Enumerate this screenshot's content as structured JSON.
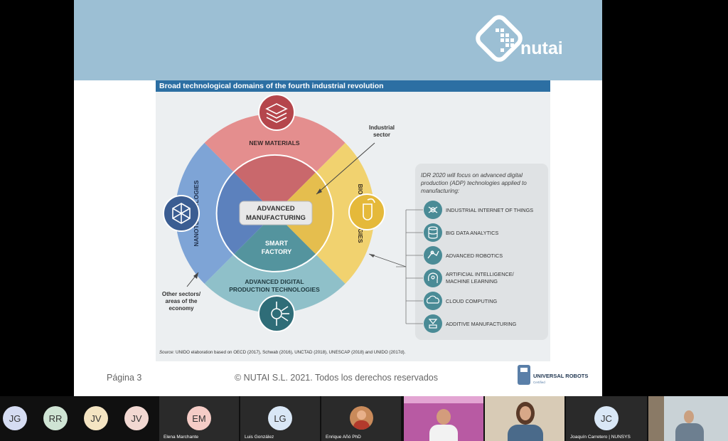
{
  "slide": {
    "logo_text": "nutai",
    "page_label": "Página 3",
    "copyright": "© NUTAI S.L. 2021. Todos los derechos reservados",
    "partner_logo": "UNIVERSAL ROBOTS",
    "partner_logo_sub": "Certified"
  },
  "figure": {
    "title": "Broad technological domains of the fourth industrial revolution",
    "center_label_line1": "ADVANCED",
    "center_label_line2": "MANUFACTURING",
    "smart_factory_line1": "SMART",
    "smart_factory_line2": "FACTORY",
    "top_segment": "NEW MATERIALS",
    "right_segment": "BIOTECHNOLOGIES",
    "left_segment": "NANOTECHNOLOGIES",
    "bottom_segment_line1": "ADVANCED DIGITAL",
    "bottom_segment_line2": "PRODUCTION TECHNOLOGIES",
    "industrial_sector_line1": "Industrial",
    "industrial_sector_line2": "sector",
    "other_sectors_line1": "Other sectors/",
    "other_sectors_line2": "areas of the",
    "other_sectors_line3": "economy",
    "panel_intro_line1": "IDR 2020 will focus on advanced digital",
    "panel_intro_line2": "production (ADP) technologies applied to",
    "panel_intro_line3": "manufacturing:",
    "technologies": [
      {
        "label": "INDUSTRIAL INTERNET OF THINGS",
        "label2": ""
      },
      {
        "label": "BIG DATA ANALYTICS",
        "label2": ""
      },
      {
        "label": "ADVANCED ROBOTICS",
        "label2": ""
      },
      {
        "label": "ARTIFICIAL INTELLIGENCE/",
        "label2": "MACHINE LEARNING"
      },
      {
        "label": "CLOUD COMPUTING",
        "label2": ""
      },
      {
        "label": "ADDITIVE MANUFACTURING",
        "label2": ""
      }
    ],
    "source_prefix": "Source:",
    "source_text": " UNIDO elaboration based on OECD (2017), Schwab (2016), UNCTAD (2018), UNESCAP (2018) and UNIDO (2017d).",
    "colors": {
      "top": "#e48e8e",
      "right": "#f1d26f",
      "left": "#7ea4d6",
      "bottom": "#8fc0c9",
      "icon_red": "#b5464c",
      "icon_blue": "#3b5d92",
      "icon_yellow": "#e5b93a",
      "icon_teal": "#2f6d78"
    }
  },
  "participants": [
    {
      "initials": "JG",
      "color": "#d5dcf2"
    },
    {
      "initials": "RR",
      "color": "#cfe4d4"
    },
    {
      "initials": "JV",
      "color": "#f4e4c2"
    },
    {
      "initials": "JV",
      "color": "#f2d8d2"
    },
    {
      "initials": "EM",
      "color": "#f5ccc6",
      "name": "Elena Marchante"
    },
    {
      "initials": "LG",
      "color": "#d9e7f6",
      "name": "Luis González"
    },
    {
      "initials": "",
      "name": "Enrique Añó PhD"
    },
    {
      "initials": "",
      "name": ""
    },
    {
      "initials": "",
      "name": ""
    },
    {
      "initials": "JC",
      "color": "#d9e7f6",
      "name": "Joaquín Carretero | NUNSYS"
    },
    {
      "initials": "",
      "name": ""
    }
  ]
}
